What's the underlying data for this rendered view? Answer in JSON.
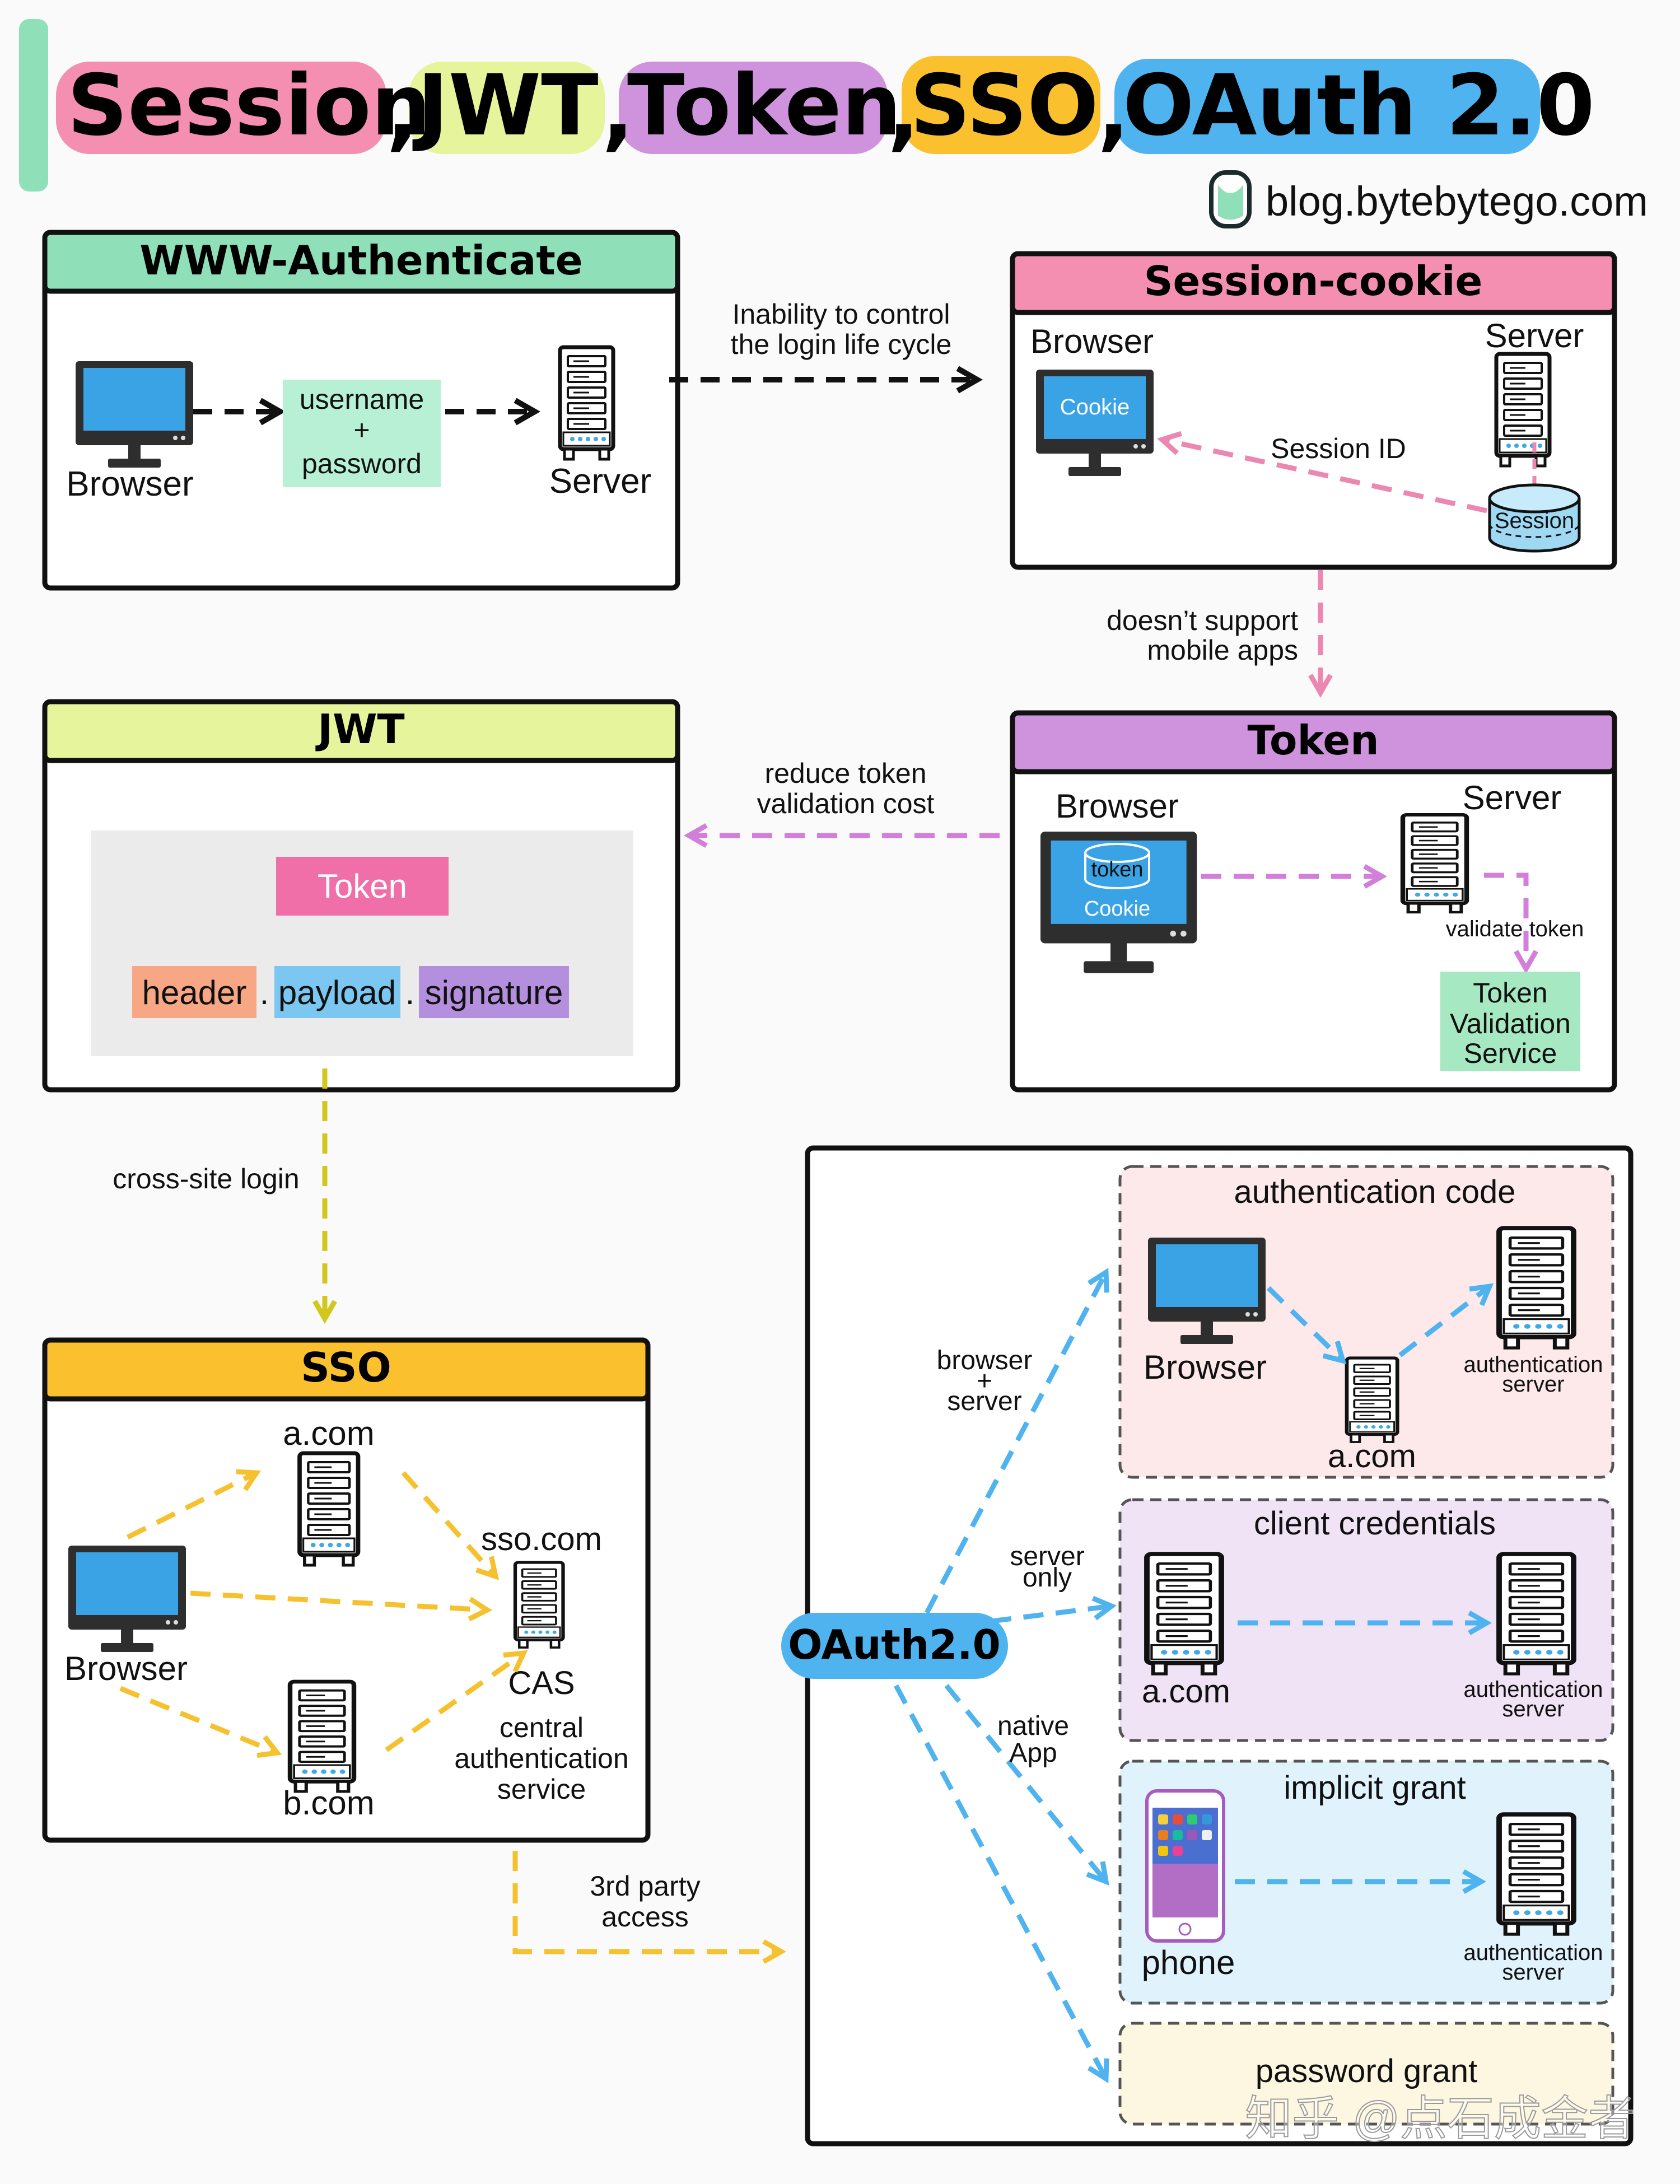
{
  "title": {
    "words": [
      "Session",
      "JWT",
      "Token",
      "SSO",
      "OAuth 2.0"
    ],
    "separator": ",",
    "colors": [
      "#f48fb1",
      "#e6f59b",
      "#cf93dd",
      "#fbc02d",
      "#4fb3f0"
    ]
  },
  "brand": {
    "text": "blog.bytebytego.com",
    "icon": "bytebytego-logo-icon"
  },
  "www_auth": {
    "header": "WWW-Authenticate",
    "header_color": "#8fdfb8",
    "browser_label": "Browser",
    "credential_line1": "username",
    "credential_plus": "+",
    "credential_line2": "password",
    "credential_color": "#b8f0d6",
    "server_label": "Server"
  },
  "link_1": {
    "line1": "Inability to control",
    "line2": "the login life cycle"
  },
  "session_cookie": {
    "header": "Session-cookie",
    "header_color": "#f48fb1",
    "browser_label": "Browser",
    "cookie_label": "Cookie",
    "server_label": "Server",
    "session_id_label": "Session ID",
    "session_store_label": "Session"
  },
  "link_2": {
    "line1": "doesn’t support",
    "line2": "mobile apps"
  },
  "token": {
    "header": "Token",
    "header_color": "#cf93dd",
    "browser_label": "Browser",
    "token_label": "token",
    "cookie_label": "Cookie",
    "server_label": "Server",
    "validate_label": "validate token",
    "service_line1": "Token",
    "service_line2": "Validation",
    "service_line3": "Service",
    "service_color": "#a6e8c2"
  },
  "link_3": {
    "line1": "reduce token",
    "line2": "validation cost"
  },
  "jwt": {
    "header": "JWT",
    "header_color": "#e6f59b",
    "token_label": "Token",
    "token_color": "#f06fa9",
    "parts": [
      {
        "label": "header",
        "color": "#f7a783"
      },
      {
        "label": "payload",
        "color": "#7cc7f2"
      },
      {
        "label": "signature",
        "color": "#b48fde"
      }
    ],
    "dot": "."
  },
  "link_4": {
    "text": "cross-site login"
  },
  "sso": {
    "header": "SSO",
    "header_color": "#fbc02d",
    "browser_label": "Browser",
    "site_a": "a.com",
    "site_b": "b.com",
    "sso_site": "sso.com",
    "cas_label": "CAS",
    "cas_line1": "central",
    "cas_line2": "authentication",
    "cas_line3": "service"
  },
  "link_5": {
    "line1": "3rd party",
    "line2": "access"
  },
  "oauth": {
    "hub_label": "OAuth2.0",
    "hub_color": "#4fb3f0",
    "branch_labels": {
      "browser_server_1": "browser",
      "browser_server_2": "+",
      "browser_server_3": "server",
      "server_only_1": "server",
      "server_only_2": "only",
      "native_1": "native",
      "native_2": "App"
    },
    "auth_code": {
      "title": "authentication code",
      "color": "#fde8ea",
      "browser_label": "Browser",
      "client_label": "a.com",
      "auth_server_1": "authentication",
      "auth_server_2": "server"
    },
    "client_credentials": {
      "title": "client credentials",
      "color": "#f0e3f6",
      "client_label": "a.com",
      "auth_server_1": "authentication",
      "auth_server_2": "server"
    },
    "implicit": {
      "title": "implicit grant",
      "color": "#e0f2fc",
      "phone_label": "phone",
      "auth_server_1": "authentication",
      "auth_server_2": "server"
    },
    "password": {
      "title": "password grant",
      "color": "#fdf7e2"
    }
  },
  "watermark": "知乎 @点石成金者"
}
